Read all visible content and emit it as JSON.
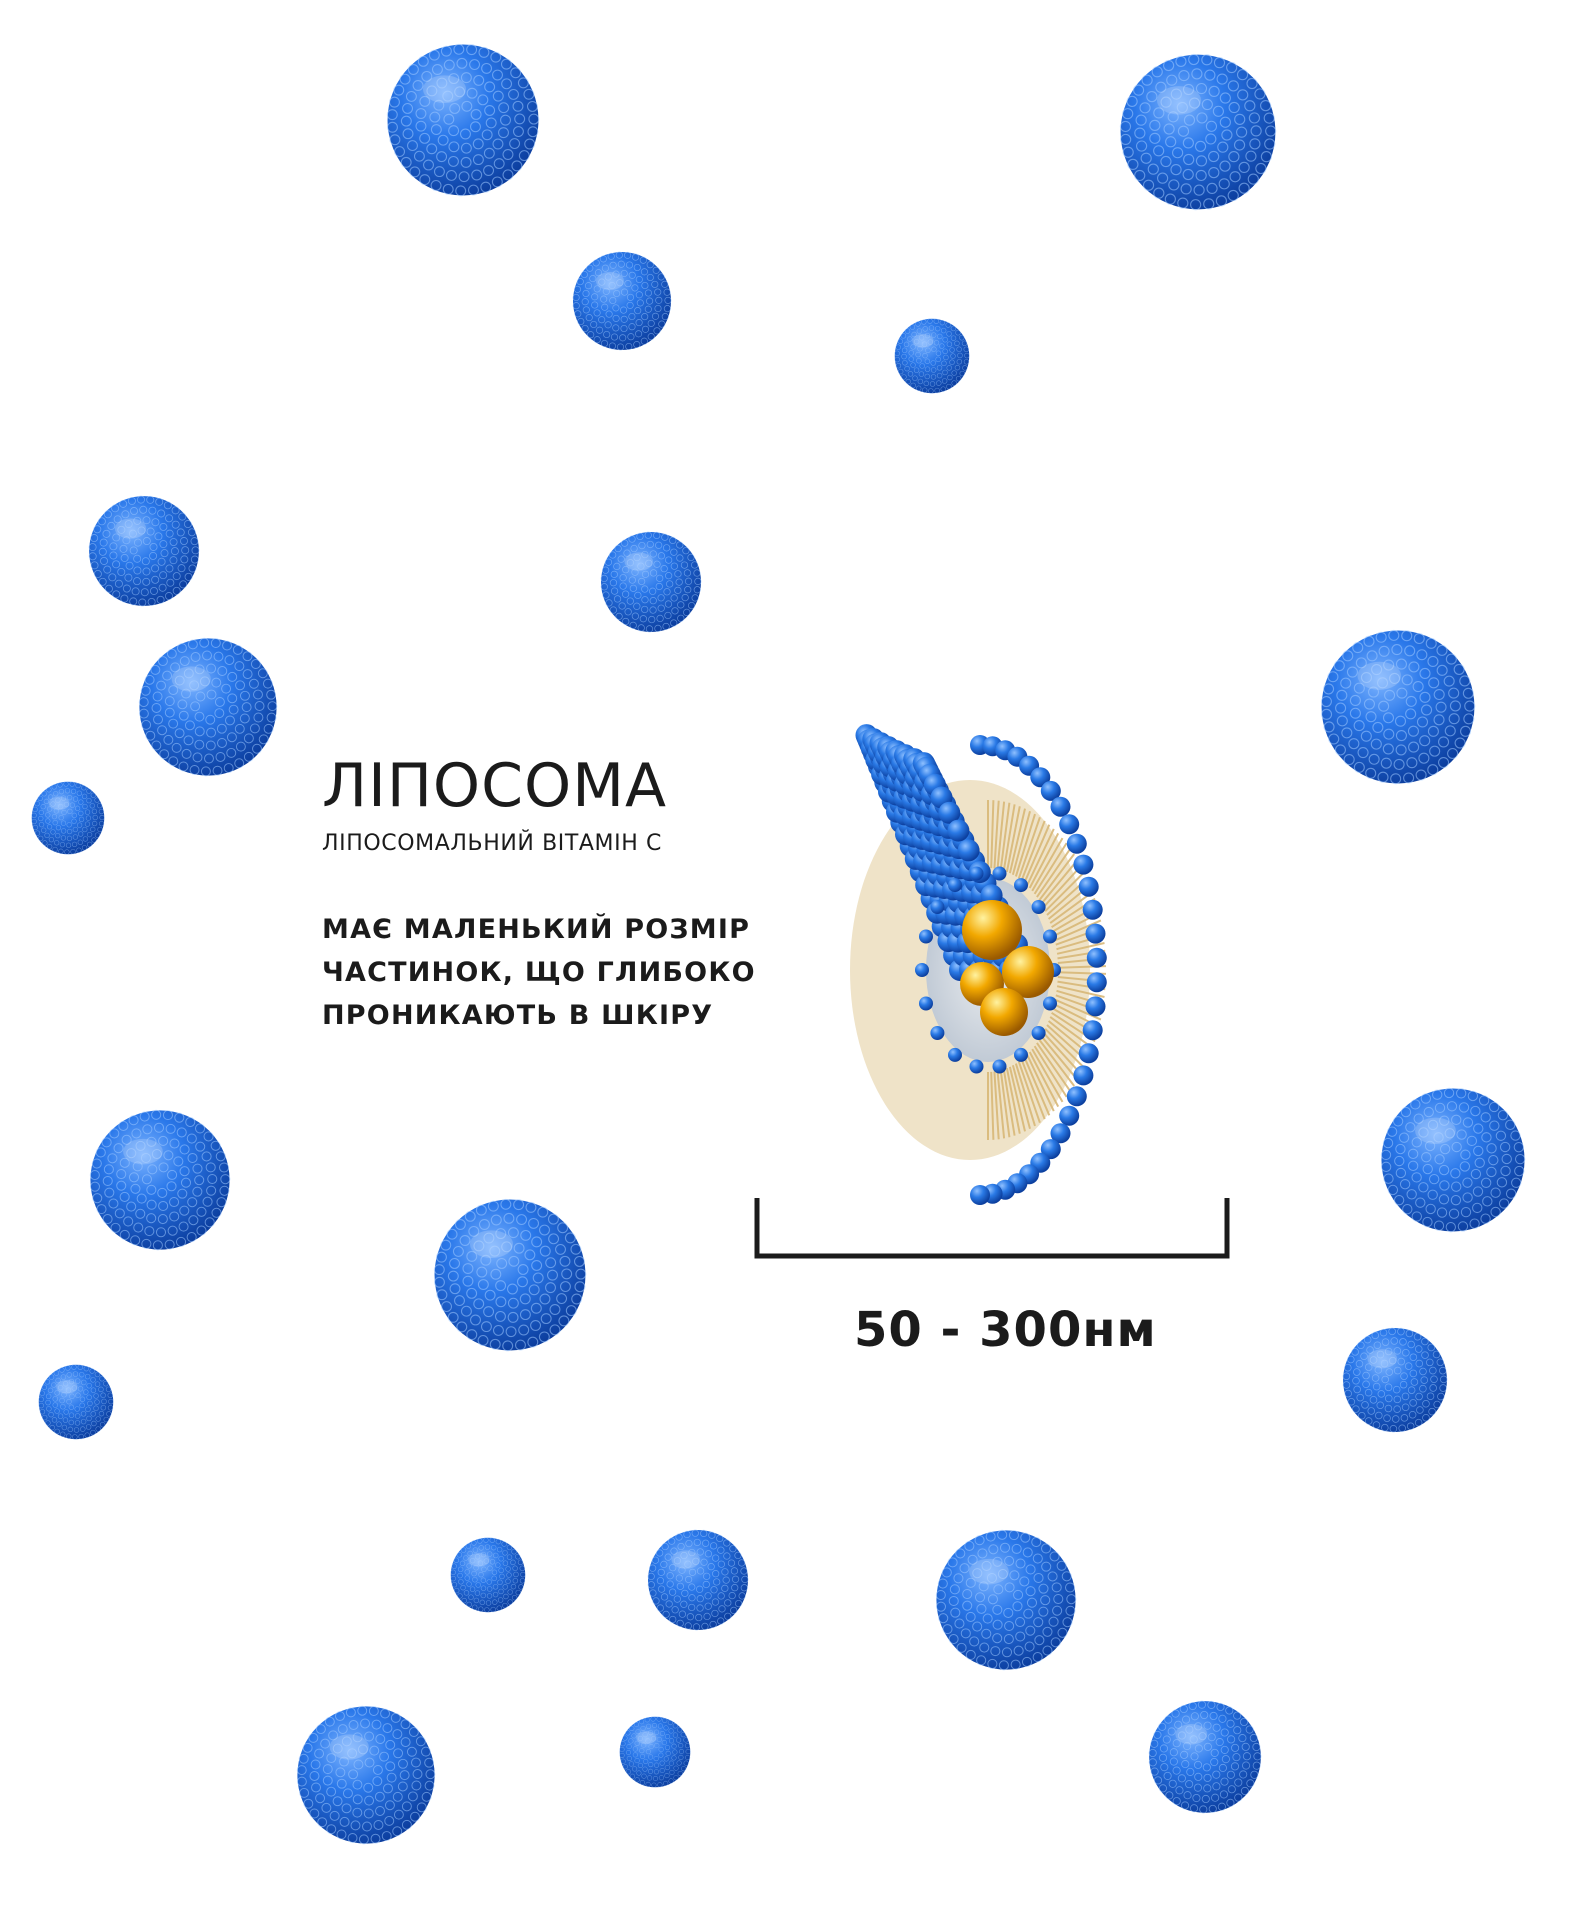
{
  "heading": {
    "title": "ЛІПОСОМА",
    "subtitle": "ЛІПОСОМАЛЬНИЙ ВІТАМІН С"
  },
  "description": {
    "line1": "МАЄ МАЛЕНЬКИЙ РОЗМІР",
    "line2": "ЧАСТИНОК, ЩО ГЛИБОКО",
    "line3": "ПРОНИКАЮТЬ В ШКІРУ"
  },
  "size_scale": {
    "label": "50 - 300нм"
  },
  "colors": {
    "sphere_blue": "#1f6fe0",
    "core_gold": "#f2a800",
    "text": "#1b1b1b"
  },
  "icons": {
    "background_particles": "blue-liposome-sphere-icon",
    "liposome_cross_section": "liposome-cross-section-icon",
    "size_bracket": "bracket-icon"
  }
}
